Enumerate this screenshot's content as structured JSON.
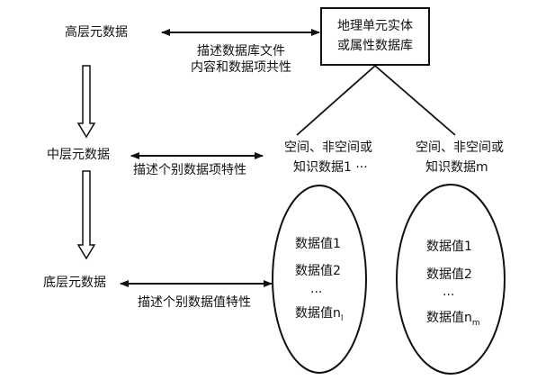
{
  "levels": {
    "high": "高层元数据",
    "mid": "中层元数据",
    "low": "底层元数据"
  },
  "relations": {
    "high_line1": "描述数据库文件",
    "high_line2": "内容和数据项共性",
    "mid": "描述个别数据项特性",
    "low": "描述个别数据值特性"
  },
  "database_box": {
    "line1": "地理单元实体",
    "line2": "或属性数据库"
  },
  "branches": [
    {
      "line1": "空间、非空间或",
      "line2": "知识数据1 ···",
      "values": [
        "数据值1",
        "数据值2",
        "···",
        "数据值n"
      ],
      "subscript": "l"
    },
    {
      "line1": "空间、非空间或",
      "line2": "知识数据m",
      "values": [
        "数据值1",
        "数据值2",
        "···",
        "数据值n"
      ],
      "subscript": "m"
    }
  ]
}
